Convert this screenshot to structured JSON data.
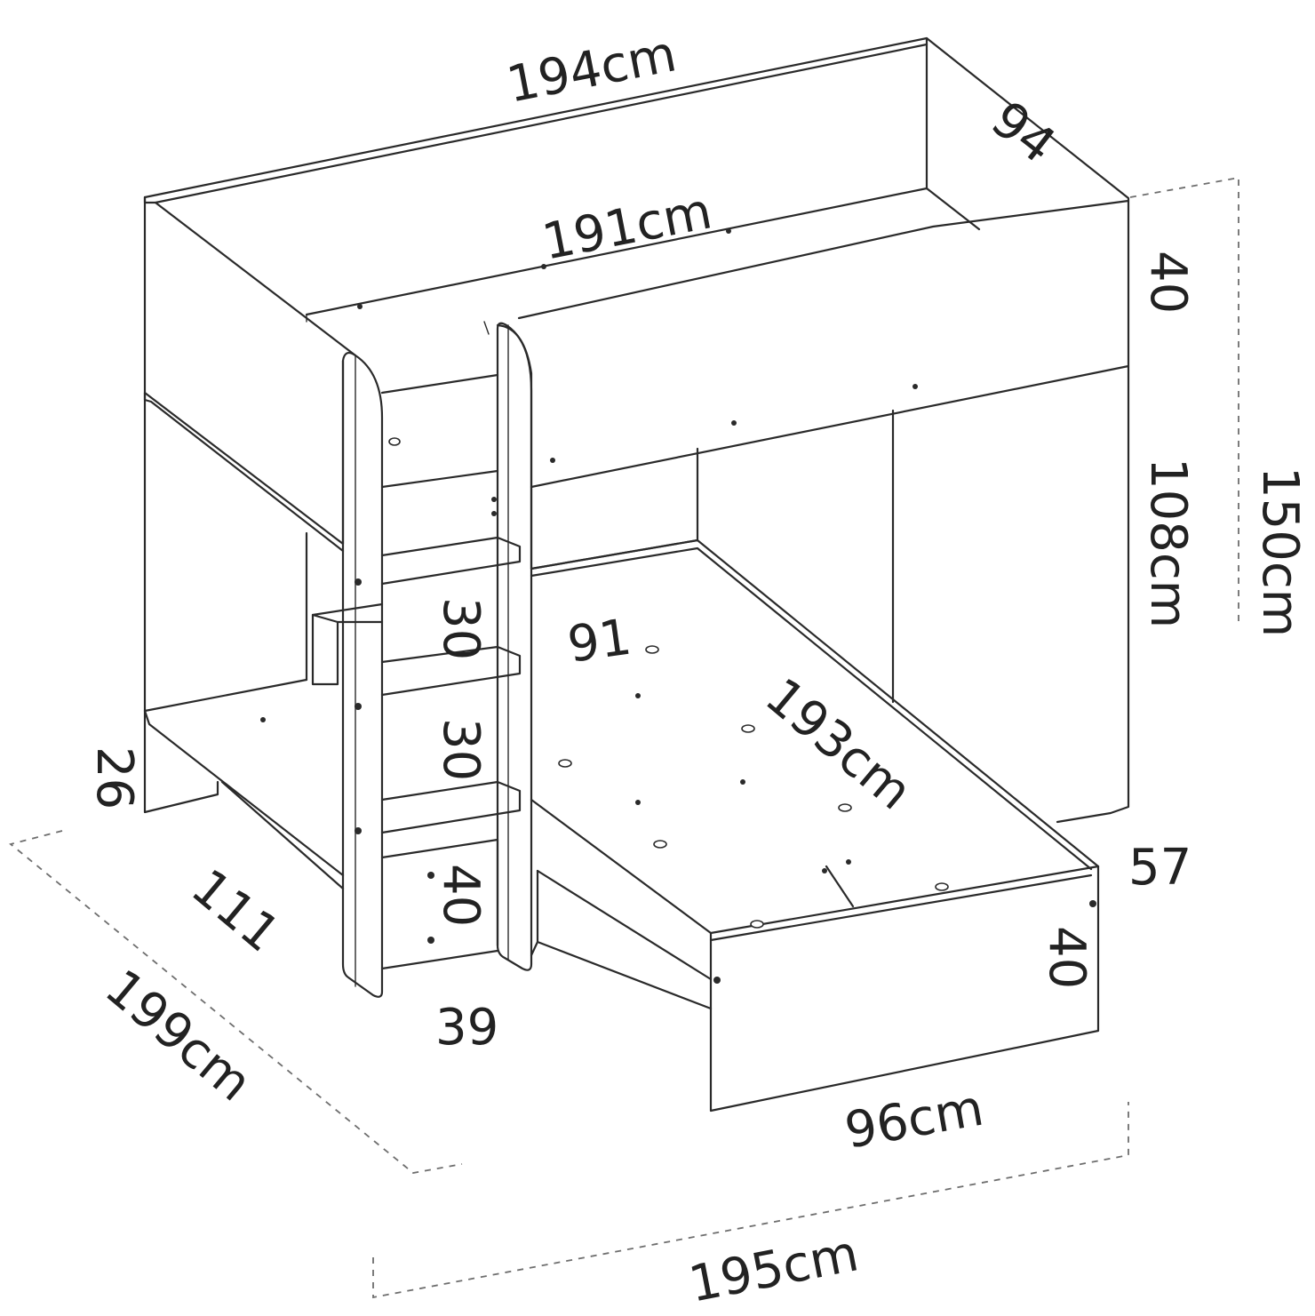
{
  "dimensions": {
    "top_length": "194cm",
    "top_depth": "94",
    "inner_length": "191cm",
    "upper_guard_height": "40",
    "upper_height": "108cm",
    "total_height": "150cm",
    "step_gap_1": "30",
    "step_gap_2": "30",
    "step_bottom": "40",
    "step_depth": "39",
    "lower_bed_width_inner": "91",
    "lower_bed_length": "193cm",
    "lower_bed_depth": "57",
    "lower_bed_front": "40",
    "lower_bed_width": "96cm",
    "floor_clearance": "26",
    "side_depth": "111",
    "total_depth": "199cm",
    "total_length": "195cm"
  }
}
